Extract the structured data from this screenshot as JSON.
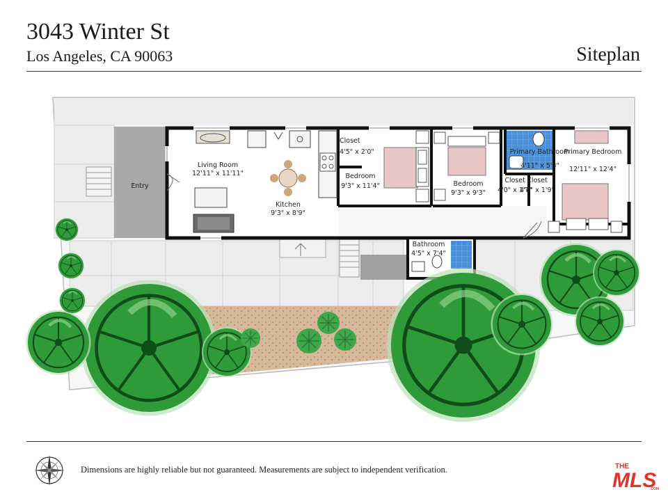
{
  "header": {
    "title": "3043 Winter St",
    "address": "Los Angeles, CA 90063",
    "plan_type": "Siteplan"
  },
  "rooms": [
    {
      "name": "Entry",
      "dims": ""
    },
    {
      "name": "Living Room",
      "dims": "12'11\" x 11'11\""
    },
    {
      "name": "Kitchen",
      "dims": "9'3\" x 8'9\""
    },
    {
      "name": "Closet",
      "dims": "4'5\" x 2'0\""
    },
    {
      "name": "Bedroom",
      "dims": "9'3\" x 11'4\""
    },
    {
      "name": "Bedroom",
      "dims": "9'3\" x 9'3\""
    },
    {
      "name": "Closet",
      "dims": "4'0\" x 1'7\""
    },
    {
      "name": "Primary Bathroom",
      "dims": "4'11\" x 5'3\""
    },
    {
      "name": "Closet",
      "dims": "4'0\" x 1'9\""
    },
    {
      "name": "Primary Bedroom",
      "dims": "12'11\" x 12'4\""
    },
    {
      "name": "Bathroom",
      "dims": "4'5\" x 7'4\""
    }
  ],
  "footer": {
    "disclaimer": "Dimensions are highly reliable but not guaranteed. Measurements are subject to independent verification.",
    "logo_top": "THE",
    "logo_main": "MLS",
    "logo_suffix": ".COM"
  },
  "colors": {
    "wall": "#111111",
    "tree_green": "#2f9a3a",
    "tree_dark": "#1d6b26",
    "gravel": "#c9a88a",
    "hardscape": "#ececec",
    "entry": "#a9a9a9",
    "bath_tile": "#4a90d9",
    "bed": "#e9c7c9",
    "logo_red": "#e0332b"
  }
}
